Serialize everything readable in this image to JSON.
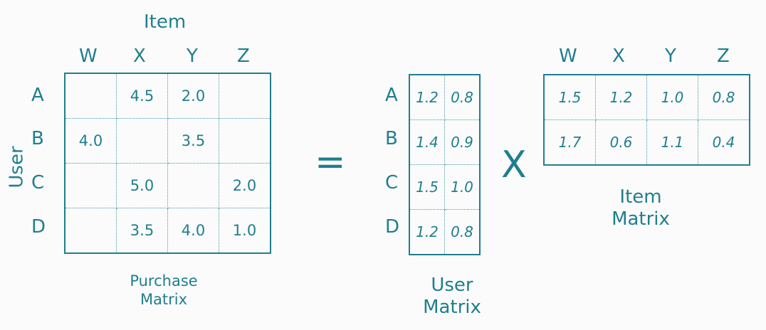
{
  "purchase": {
    "axis_item": "Item",
    "axis_user": "User",
    "columns": [
      "W",
      "X",
      "Y",
      "Z"
    ],
    "rows": [
      "A",
      "B",
      "C",
      "D"
    ],
    "cells": [
      [
        "",
        "4.5",
        "2.0",
        ""
      ],
      [
        "4.0",
        "",
        "3.5",
        ""
      ],
      [
        "",
        "5.0",
        "",
        "2.0"
      ],
      [
        "",
        "3.5",
        "4.0",
        "1.0"
      ]
    ],
    "caption_line1": "Purchase",
    "caption_line2": "Matrix"
  },
  "equals_sign": "=",
  "user_matrix": {
    "rows": [
      "A",
      "B",
      "C",
      "D"
    ],
    "cells": [
      [
        "1.2",
        "0.8"
      ],
      [
        "1.4",
        "0.9"
      ],
      [
        "1.5",
        "1.0"
      ],
      [
        "1.2",
        "0.8"
      ]
    ],
    "caption_line1": "User",
    "caption_line2": "Matrix"
  },
  "times_sign": "X",
  "item_matrix": {
    "columns": [
      "W",
      "X",
      "Y",
      "Z"
    ],
    "cells": [
      [
        "1.5",
        "1.2",
        "1.0",
        "0.8"
      ],
      [
        "1.7",
        "0.6",
        "1.1",
        "0.4"
      ]
    ],
    "caption_line1": "Item",
    "caption_line2": "Matrix"
  },
  "colors": {
    "primary": "#1f7f8e",
    "background": "#fbfbfb"
  }
}
